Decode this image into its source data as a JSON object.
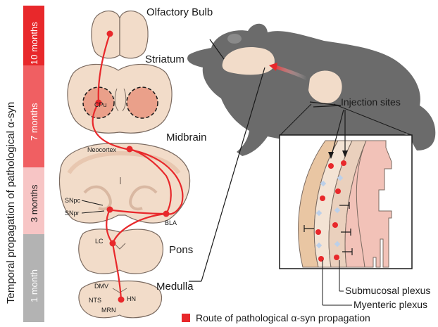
{
  "axis_label": "Temporal propagation of pathological α-syn",
  "timeline": [
    {
      "label": "10 months",
      "color": "#e8282b"
    },
    {
      "label": "7 months",
      "color": "#f05f62"
    },
    {
      "label": "3 months",
      "color": "#f7c5c5"
    },
    {
      "label": "1 month",
      "color": "#b3b3b3"
    }
  ],
  "regions": {
    "olfactory_bulb": "Olfactory Bulb",
    "striatum": "Striatum",
    "midbrain": "Midbrain",
    "pons": "Pons",
    "medulla": "Medulla"
  },
  "nuclei": {
    "cpu": "CPu",
    "neocortex": "Neocortex",
    "snpc": "SNpc",
    "snpr": "SNpr",
    "bla": "BLA",
    "lc": "LC",
    "dmv": "DMV",
    "nts": "NTS",
    "mrn": "MRN",
    "hn": "HN"
  },
  "gut": {
    "injection_sites": "Injection sites",
    "submucosal_plexus": "Submucosal plexus",
    "myenteric_plexus": "Myenteric plexus"
  },
  "legend": {
    "label": "Route of pathological α-syn propagation",
    "color": "#e8282b"
  },
  "colors": {
    "tissue": "#f2dcc9",
    "tissue_dark": "#e8c7b0",
    "outline": "#7a6a60",
    "mouse": "#6b6b6b",
    "route": "#e8282b"
  }
}
